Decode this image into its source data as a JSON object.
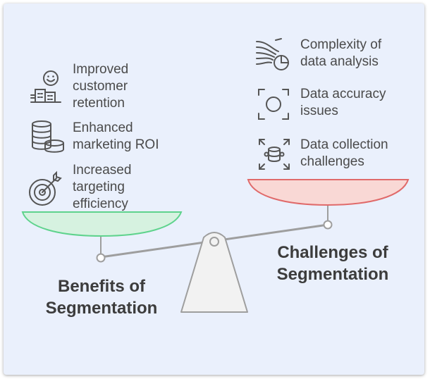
{
  "benefits": {
    "title": "Benefits of\nSegmentation",
    "items": [
      {
        "label": "Improved\ncustomer\nretention",
        "icon": "happy-customer-icon"
      },
      {
        "label": "Enhanced\nmarketing ROI",
        "icon": "coin-stack-icon"
      },
      {
        "label": "Increased\ntargeting\nefficiency",
        "icon": "target-icon"
      }
    ],
    "pan_color": "#5fd38d",
    "pan_fill": "#d6f2e0"
  },
  "challenges": {
    "title": "Challenges of\nSegmentation",
    "items": [
      {
        "label": "Complexity of\ndata analysis",
        "icon": "complex-flow-icon"
      },
      {
        "label": "Data accuracy\nissues",
        "icon": "focus-circle-icon"
      },
      {
        "label": "Data collection\nchallenges",
        "icon": "data-collection-icon"
      }
    ],
    "pan_color": "#e06a6a",
    "pan_fill": "#f9d8d5"
  },
  "colors": {
    "background": "#eaf0fc",
    "scale_stroke": "#9e9e9e",
    "scale_fill": "#f2f2f2"
  }
}
